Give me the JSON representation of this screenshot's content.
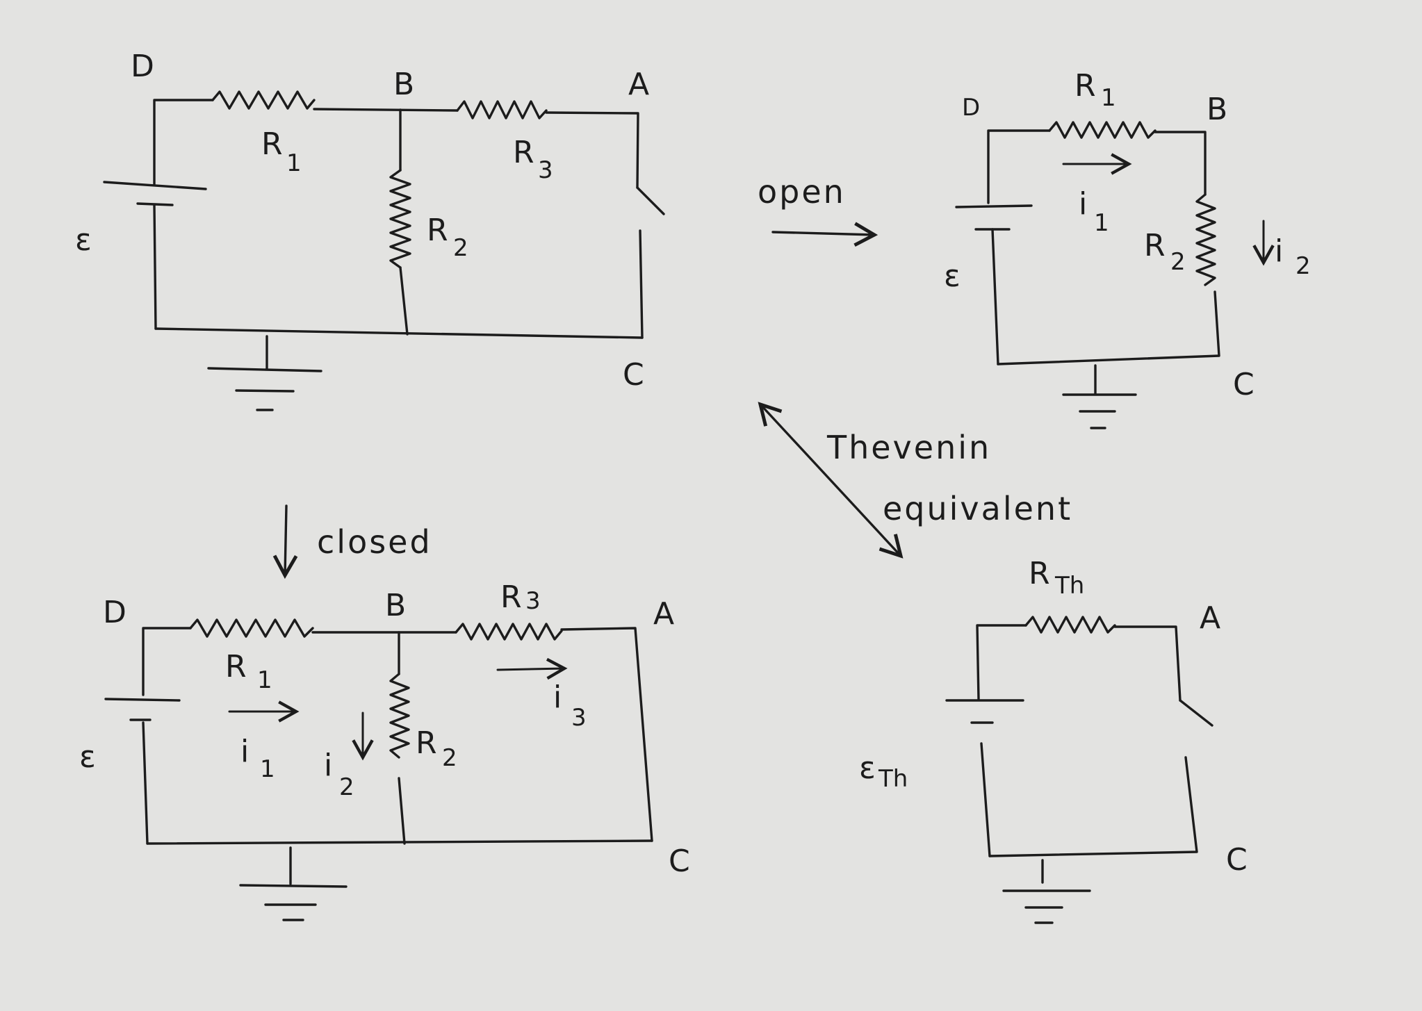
{
  "nodes": {
    "a": "A",
    "b": "B",
    "c": "C",
    "d": "D"
  },
  "resistors": {
    "r1": "R",
    "r1_sub": "1",
    "r2": "R",
    "r2_sub": "2",
    "r3": "R",
    "r3_sub": "3",
    "rth": "R",
    "rth_sub": "Th"
  },
  "sources": {
    "emf": "ε",
    "emf_th": "ε",
    "emf_th_sub": "Th"
  },
  "currents": {
    "i1": "i",
    "i1_sub": "1",
    "i2": "i",
    "i2_sub": "2",
    "i3": "i",
    "i3_sub": "3"
  },
  "notes": {
    "open": "open",
    "closed": "closed",
    "thevenin_line1": "Thevenin",
    "thevenin_line2": "equivalent"
  }
}
